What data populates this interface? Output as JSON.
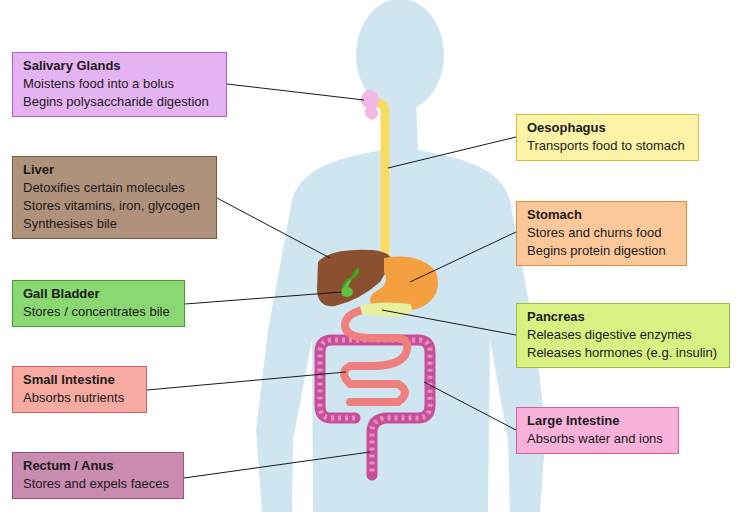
{
  "diagram": {
    "nodes": [
      {
        "text": [
          "Salivary Glands",
          "Moistens food into a bolus",
          "Begins polysaccharide digestion"
        ]
      },
      {
        "text": [
          "Oesophagus",
          "Transports food to stomach"
        ]
      },
      {
        "text": [
          "Liver",
          "Detoxifies certain molecules",
          "Stores vitamins, iron, glycogen",
          "Synthesises bile"
        ]
      },
      {
        "text": [
          "Stomach",
          "Stores and churns food",
          "Begins protein digestion"
        ]
      },
      {
        "text": [
          "Gall Bladder",
          "Stores / concentrates bile"
        ]
      },
      {
        "text": [
          "Pancreas",
          "Releases digestive enzymes",
          "Releases hormones (e.g. insulin)"
        ]
      },
      {
        "text": [
          "Small Intestine",
          "Absorbs nutrients"
        ]
      },
      {
        "text": [
          "Large Intestine",
          "Absorbs water and ions"
        ]
      },
      {
        "text": [
          "Rectum / Anus",
          "Stores and expels faeces"
        ]
      }
    ]
  }
}
